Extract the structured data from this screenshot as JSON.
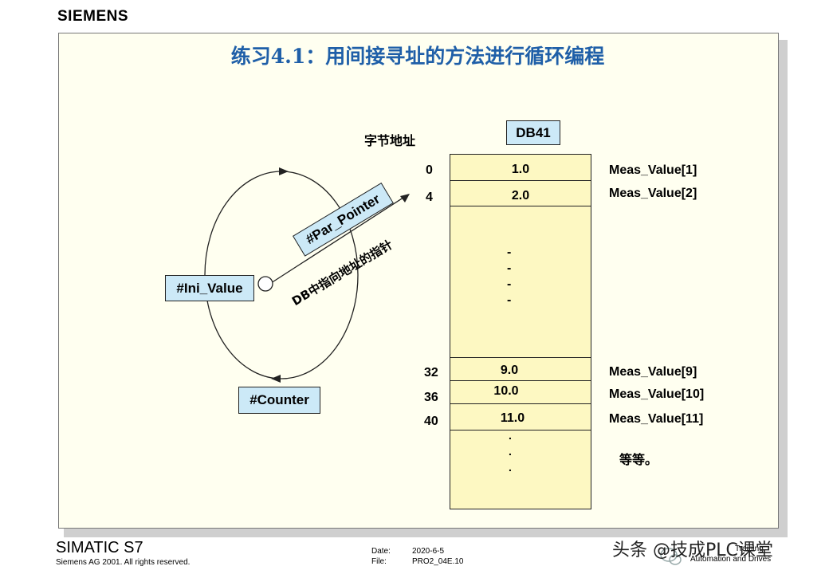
{
  "brand": "SIEMENS",
  "title": "练习4.1：用间接寻址的方法进行循环编程",
  "byte_address_label": "字节地址",
  "db_name": "DB41",
  "ini_value_label": "#Ini_Value",
  "counter_label": "#Counter",
  "par_pointer_label": "#Par_Pointer",
  "pointer_caption": "DB中指向地址的指针",
  "rows": [
    {
      "addr": "0",
      "value": "1.0",
      "meas": "Meas_Value[1]"
    },
    {
      "addr": "4",
      "value": "2.0",
      "meas": "Meas_Value[2]"
    },
    {
      "addr": "32",
      "value": "9.0",
      "meas": "Meas_Value[9]"
    },
    {
      "addr": "36",
      "value": "10.0",
      "meas": "Meas_Value[10]"
    },
    {
      "addr": "40",
      "value": "11.0",
      "meas": "Meas_Value[11]"
    }
  ],
  "ellipsis_dash": "-",
  "ellipsis_dot": ".",
  "etc_label": "等等。",
  "footer": {
    "product": "SIMATIC S7",
    "copyright": "Siemens AG 2001. All rights reserved.",
    "date_label": "Date:",
    "date_value": "2020-6-5",
    "file_label": "File:",
    "file_value": "PRO2_04E.10",
    "training_line1": "Training",
    "training_line2": "Automation and Drives"
  },
  "watermark": "头条 @技成PLC课堂"
}
